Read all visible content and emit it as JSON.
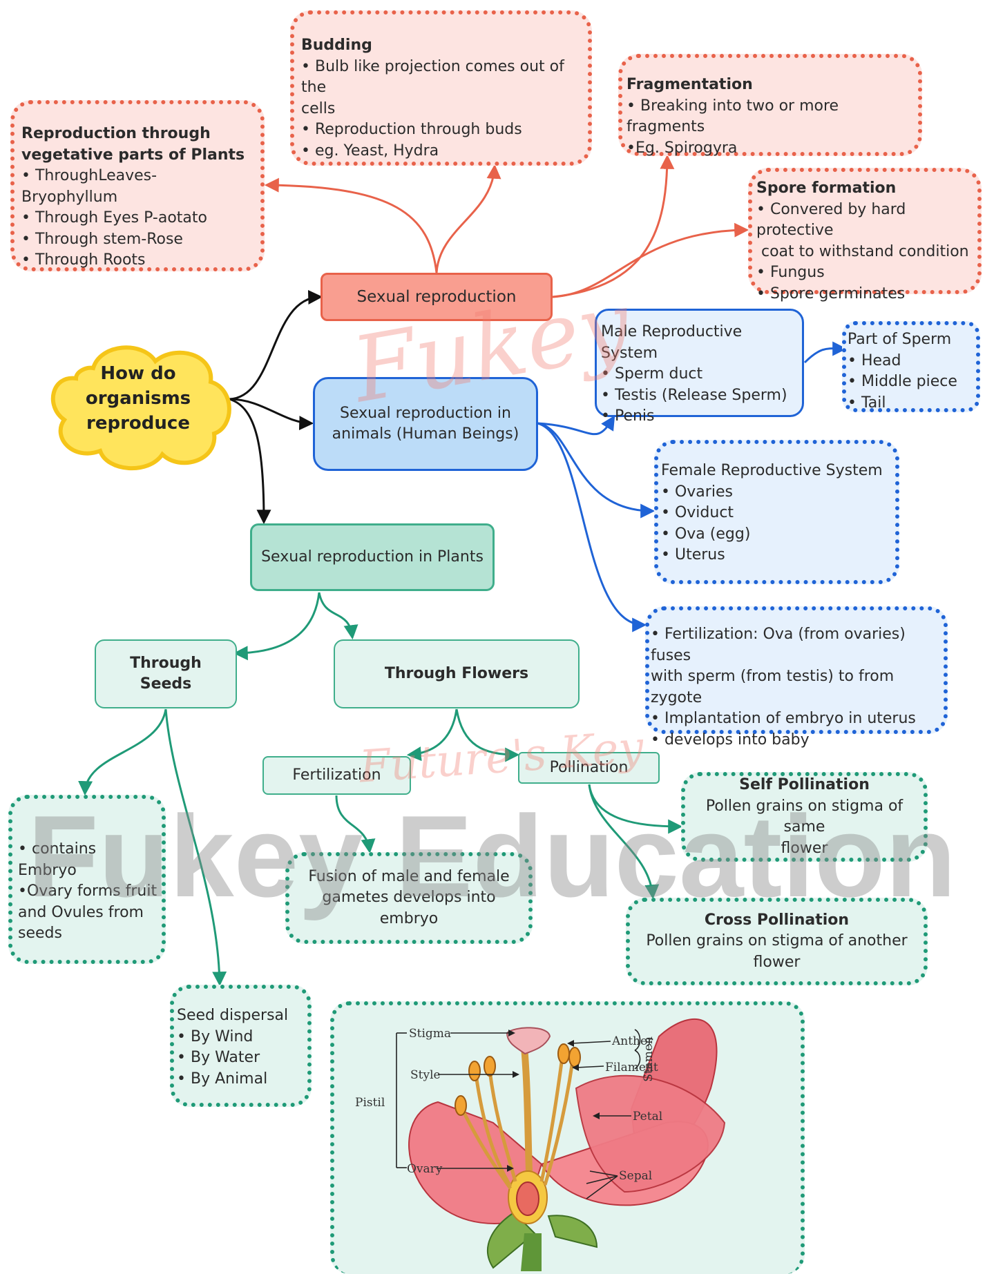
{
  "center": {
    "title": "How do organisms reproduce",
    "lines": [
      "How do",
      "organisms",
      "reproduce"
    ]
  },
  "asexual_hub": {
    "label": "Sexual reproduction"
  },
  "vegetative": {
    "title_lines": [
      "Reproduction through",
      "vegetative parts of Plants"
    ],
    "items": [
      "• ThroughLeaves- Bryophyllum",
      "• Through Eyes P-aotato",
      "• Through stem-Rose",
      "• Through Roots"
    ]
  },
  "budding": {
    "title": "Budding",
    "lines": [
      "• Bulb like projection comes out of the",
      "cells",
      "• Reproduction through buds",
      "• eg. Yeast, Hydra"
    ]
  },
  "fragmentation": {
    "title": "Fragmentation",
    "lines": [
      "• Breaking into two or more fragments",
      "•Eg. Spirogyra"
    ]
  },
  "spore": {
    "title": "Spore formation",
    "lines": [
      "• Convered by hard protective",
      " coat to withstand condition",
      "• Fungus",
      "• Spore germinates"
    ]
  },
  "animals_hub": {
    "lines": [
      "Sexual reproduction in",
      "animals (Human Beings)"
    ]
  },
  "male_system": {
    "lines": [
      "Male Reproductive System",
      "• Sperm duct",
      "• Testis (Release Sperm)",
      "• Penis"
    ]
  },
  "sperm_parts": {
    "lines": [
      "Part of Sperm",
      "• Head",
      "• Middle piece",
      "• Tail"
    ]
  },
  "female_system": {
    "lines": [
      "Female Reproductive System",
      "• Ovaries",
      "• Oviduct",
      "• Ova (egg)",
      "• Uterus"
    ]
  },
  "fertilization_human": {
    "lines": [
      "• Fertilization: Ova (from ovaries) fuses",
      "with sperm (from testis) to from zygote",
      "• Implantation of embryo in uterus",
      "• develops into baby"
    ]
  },
  "plants_hub": {
    "label": "Sexual reproduction in Plants"
  },
  "through_seeds": {
    "label": "Through Seeds"
  },
  "through_flowers": {
    "label": "Through Flowers"
  },
  "fertilization": {
    "label": "Fertilization"
  },
  "pollination": {
    "label": "Pollination"
  },
  "self_pollination": {
    "title": "Self Pollination",
    "lines": [
      "Pollen grains on stigma of same",
      "flower"
    ]
  },
  "cross_pollination": {
    "title": "Cross Pollination",
    "lines": [
      "Pollen grains on stigma of another",
      "flower"
    ]
  },
  "seed_embryo": {
    "lines": [
      "• contains Embryo",
      "•Ovary forms fruit",
      "and Ovules from",
      "seeds"
    ]
  },
  "fusion": {
    "lines": [
      "Fusion of male and female",
      "gametes develops into embryo"
    ]
  },
  "seed_dispersal": {
    "lines": [
      "Seed dispersal",
      "• By Wind",
      "• By Water",
      "• By Animal"
    ]
  },
  "flower_diagram": {
    "labels": {
      "stigma": "Stigma",
      "style": "Style",
      "pistil": "Pistil",
      "ovary": "Ovary",
      "anther": "Anther",
      "filament": "Filament",
      "stamen": "Stamen",
      "petal": "Petal",
      "sepal": "Sepal"
    }
  },
  "watermark": {
    "brand": "Fukey",
    "tagline": "Future's Key",
    "footer": "Fukey Education"
  },
  "colors": {
    "red_accent": "#e8624a",
    "blue_accent": "#1f63d6",
    "teal_accent": "#1f9a77",
    "cloud_fill": "#ffe45c",
    "cloud_border": "#f5c518"
  }
}
